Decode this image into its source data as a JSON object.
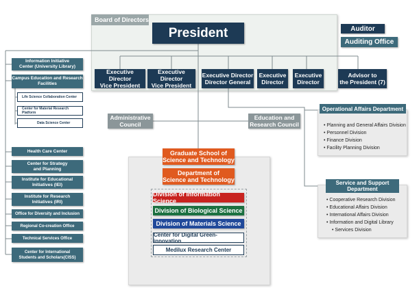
{
  "board": {
    "title": "Board of Directors"
  },
  "president": "President",
  "auditor": "Auditor",
  "auditing_office": "Auditing Office",
  "executives": [
    {
      "line1": "Executive Director",
      "line2": "Vice President"
    },
    {
      "line1": "Executive Director",
      "line2": "Vice President"
    },
    {
      "line1": "Executive Director",
      "line2": "Director General"
    },
    {
      "line1": "Executive",
      "line2": "Director"
    },
    {
      "line1": "Executive",
      "line2": "Director"
    }
  ],
  "advisor": {
    "line1": "Advisor to",
    "line2": "the President (7)"
  },
  "left_units": [
    {
      "line1": "Information Initiative",
      "line2": "Center (University Library)"
    },
    {
      "line1": "Campus Education and Research",
      "line2": "Facilities"
    },
    {
      "line1": "Life Science Collaboration Center",
      "line2": ""
    },
    {
      "line1": "Center for Material Research Platform",
      "line2": ""
    },
    {
      "line1": "Data Science Center",
      "line2": ""
    },
    {
      "line1": "Health Care Center",
      "line2": ""
    },
    {
      "line1": "Center for Strategy",
      "line2": "and Planning"
    },
    {
      "line1": "Institute for Educational",
      "line2": "Initiatives (IEI)"
    },
    {
      "line1": "Institute for Research",
      "line2": "Initiatives (IRI)"
    },
    {
      "line1": "Office for Diversity and Inclusion",
      "line2": ""
    },
    {
      "line1": "Regional Co-creation Office",
      "line2": ""
    },
    {
      "line1": "Technical Services Office",
      "line2": ""
    },
    {
      "line1": "Center for International",
      "line2": "Students and Scholars(CISS)"
    }
  ],
  "councils": {
    "administrative": {
      "line1": "Administrative",
      "line2": "Council"
    },
    "education": {
      "line1": "Education and",
      "line2": "Research Council"
    }
  },
  "operational": {
    "title": "Operational Affairs Department",
    "items": [
      "Planning and General Affairs Division",
      "Personnel Division",
      "Finance Division",
      "Facility Planning Division"
    ]
  },
  "service": {
    "title_line1": "Service and Support",
    "title_line2": "Department",
    "items": [
      "Cooperative Research Division",
      "Educational Affairs Division",
      "International Affairs Division",
      "Information and Digital Library",
      "Services Division"
    ]
  },
  "graduate": {
    "line1": "Graduate School of",
    "line2": "Science and Technology"
  },
  "department": {
    "line1": "Department of",
    "line2": "Science and Technology"
  },
  "divisions": [
    "Division of Information Science",
    "Division of Biological Science",
    "Division of Materials Science"
  ],
  "centers": [
    "Center for Digital Green-innovation",
    "Medilux Research Center"
  ]
}
